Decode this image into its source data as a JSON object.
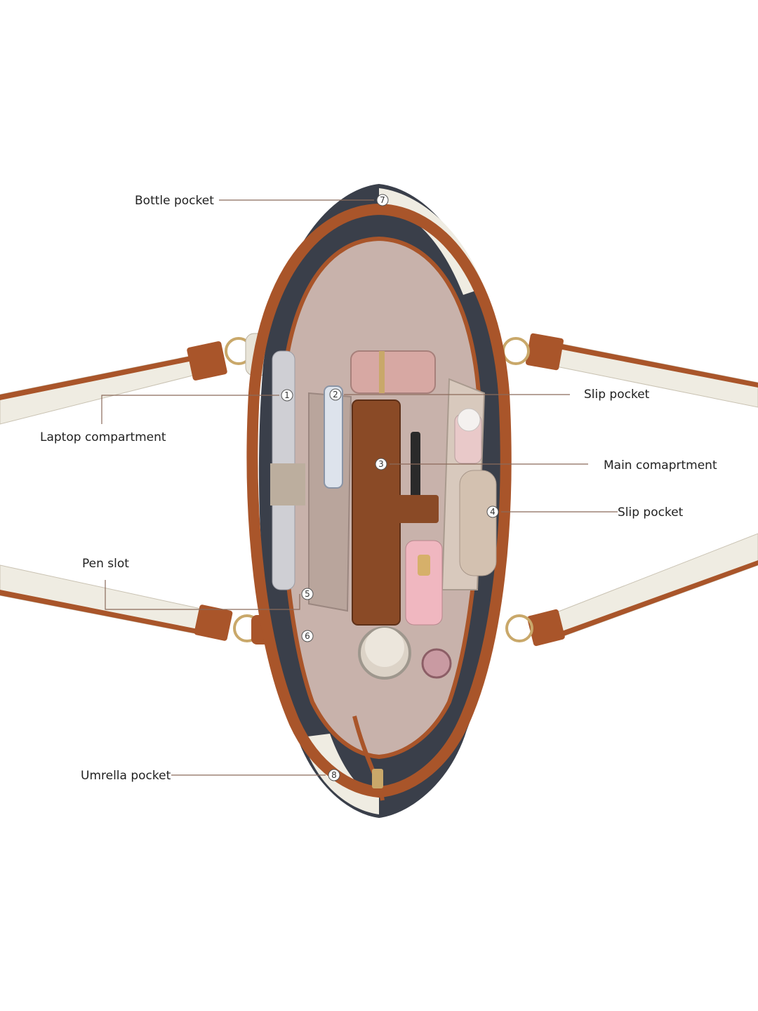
{
  "colors": {
    "background": "#ffffff",
    "leader_line": "#8a6a5a",
    "label_text": "#222222",
    "leather_brown": "#a9552a",
    "leather_cream": "#efece2",
    "lining": "#c8b2ab",
    "outer_dark": "#3a3f4a"
  },
  "callouts": [
    {
      "id": "bottle",
      "label": "Bottle pocket",
      "number": "7"
    },
    {
      "id": "laptop",
      "label": "Laptop compartment",
      "number": "1"
    },
    {
      "id": "slip-top",
      "label": "Slip pocket",
      "number": "2"
    },
    {
      "id": "main",
      "label": "Main comaprtment",
      "number": "3"
    },
    {
      "id": "slip-right",
      "label": "Slip pocket",
      "number": "4"
    },
    {
      "id": "pen",
      "label": "Pen slot",
      "number": "5"
    },
    {
      "id": "pen-2",
      "label": "",
      "number": "6"
    },
    {
      "id": "umbrella",
      "label": "Umrella pocket",
      "number": "8"
    }
  ]
}
